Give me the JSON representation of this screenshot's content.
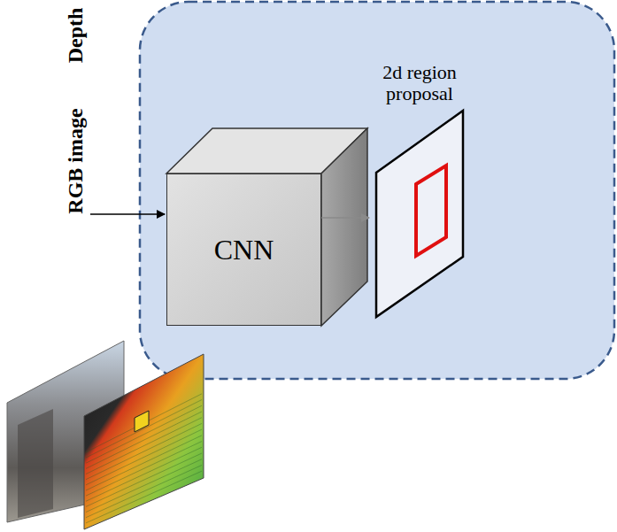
{
  "diagram": {
    "nodes": [
      {
        "text": [
          "CNN"
        ]
      },
      {
        "text": [
          "2d region proposal"
        ]
      }
    ],
    "edges": [
      {
        "from": 0,
        "to": 1,
        "arrow": "to"
      }
    ],
    "labels": [
      "Depth",
      "RGB image"
    ]
  }
}
